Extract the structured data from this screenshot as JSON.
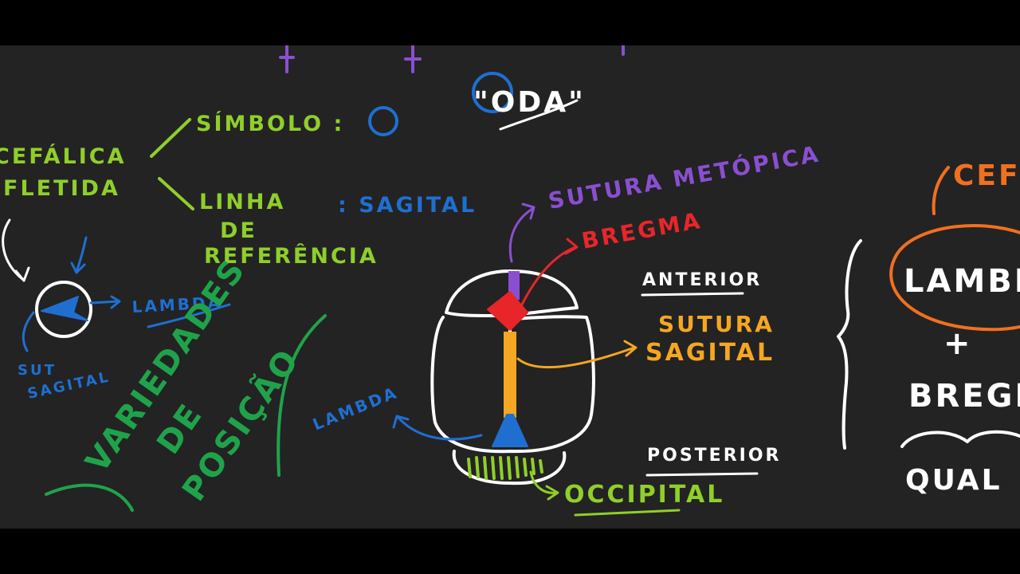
{
  "colors": {
    "background": "#232323",
    "letterbox": "#000000",
    "green": "#8fcf2a",
    "dark_green": "#1fa34a",
    "blue": "#1f6fd1",
    "purple": "#8a4fd1",
    "red": "#e8262a",
    "orange": "#f5a623",
    "dark_orange": "#f07020",
    "white": "#ffffff"
  },
  "left": {
    "line1": "CEFÁLICA",
    "line2": "FLETIDA",
    "symbol_label": "SÍMBOLO :",
    "ref_line1": "LINHA",
    "ref_line2": "DE",
    "ref_line3": "REFERÊNCIA",
    "ref_value": ": SAGITAL",
    "lambda_label": "LAMBDA",
    "sut_line1": "SUT",
    "sut_line2": "SAGITAL",
    "varieties_line1": "VARIEDADES",
    "varieties_line2": "DE",
    "varieties_line3": "POSIÇÃO"
  },
  "center": {
    "oda_text": "\"ODA\"",
    "sutura_metopica": "SUTURA METÓPICA",
    "bregma": "BREGMA",
    "anterior": "ANTERIOR",
    "sutura": "SUTURA",
    "sagital": "SAGITAL",
    "lambda": "LAMBDA",
    "posterior": "POSTERIOR",
    "occipital": "OCCIPITAL"
  },
  "right": {
    "cef": "CEF",
    "lamb": "LAMBD",
    "plus": "+",
    "bregma": "BREGM",
    "qual": "QUAL"
  }
}
